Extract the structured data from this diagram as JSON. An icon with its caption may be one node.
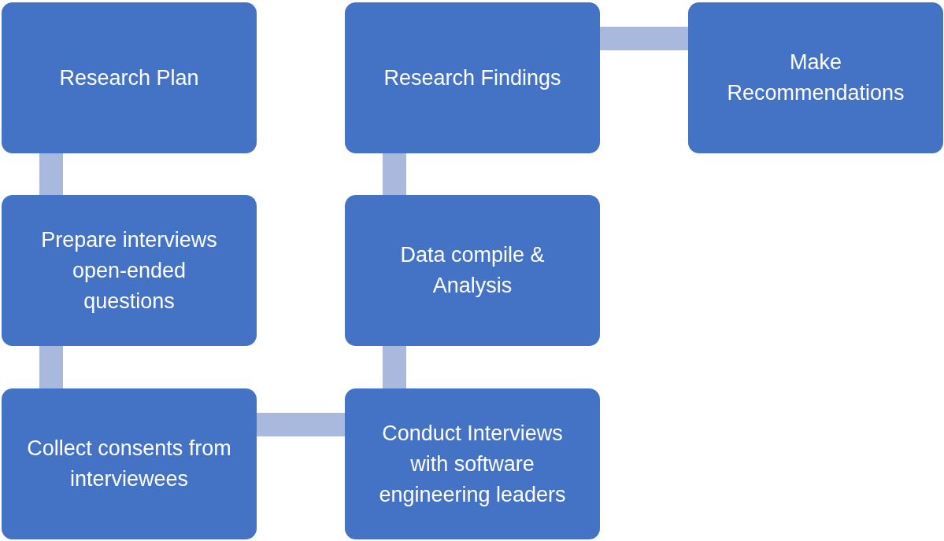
{
  "diagram": {
    "nodes": [
      {
        "text": [
          "Research Plan"
        ]
      },
      {
        "text": [
          "Prepare interviews open-ended questions"
        ]
      },
      {
        "text": [
          "Collect consents from interviewees"
        ]
      },
      {
        "text": [
          "Conduct Interviews with software engineering leaders"
        ]
      },
      {
        "text": [
          "Data compile & Analysis"
        ]
      },
      {
        "text": [
          "Research Findings"
        ]
      },
      {
        "text": [
          "Make Recommendations"
        ]
      }
    ],
    "edges": [
      {
        "from": 0,
        "to": 1,
        "arrow": "none"
      },
      {
        "from": 1,
        "to": 2,
        "arrow": "none"
      },
      {
        "from": 2,
        "to": 3,
        "arrow": "none"
      },
      {
        "from": 3,
        "to": 4,
        "arrow": "none"
      },
      {
        "from": 4,
        "to": 5,
        "arrow": "none"
      },
      {
        "from": 5,
        "to": 6,
        "arrow": "none"
      }
    ]
  }
}
